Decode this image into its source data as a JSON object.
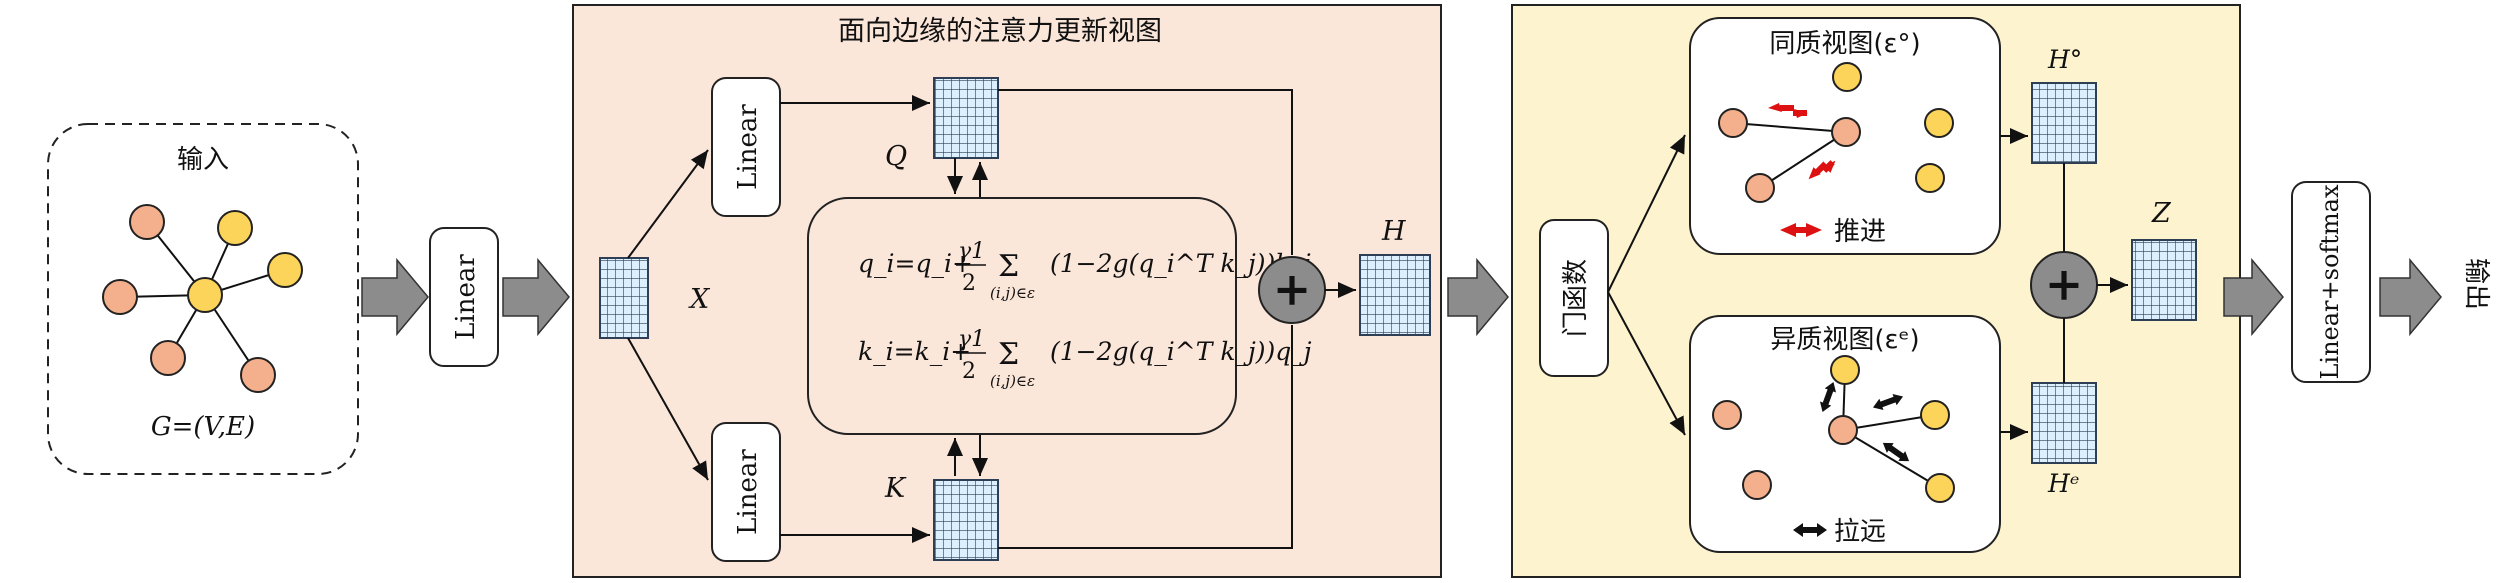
{
  "input": {
    "title": "输入",
    "graph_label": "G=(V,E)"
  },
  "linear_left": "Linear",
  "attention": {
    "title": "面向边缘的注意力更新视图",
    "linear_top": "Linear",
    "linear_bottom": "Linear",
    "x_label": "X",
    "q_label": "Q",
    "k_label": "K",
    "h_label": "H",
    "formula_q_lhs": "q_i=q_i+",
    "formula_k_lhs": "k_i=k_i+",
    "frac_num": "γ1",
    "frac_den": "2",
    "sum_sub": "(i,j)∈ε",
    "formula_q_rhs": "(1−2g(q_i^T k_j))k_j",
    "formula_k_rhs": "(1−2g(q_i^T k_j))q_j",
    "plus": "+"
  },
  "gating": {
    "gate_label": "门函数",
    "homo_title": "同质视图(ε°)",
    "homo_legend": "推进",
    "hetero_title": "异质视图(εᵉ)",
    "hetero_legend": "拉远",
    "ho_label": "H°",
    "he_label": "Hᵉ",
    "z_label": "Z",
    "plus": "+"
  },
  "output_block": {
    "label": "Linear+softmax",
    "output": "输出"
  },
  "colors": {
    "attention_bg": "#fbe6da",
    "gating_bg": "#fdf3cf",
    "node_orange": "#f4b08c",
    "node_yellow": "#fcd45a",
    "matrix_fill": "#dcefff",
    "arrow_gray": "#8c8c8c",
    "push_red": "#dd1111",
    "plus_gray": "#8c8c8c"
  }
}
